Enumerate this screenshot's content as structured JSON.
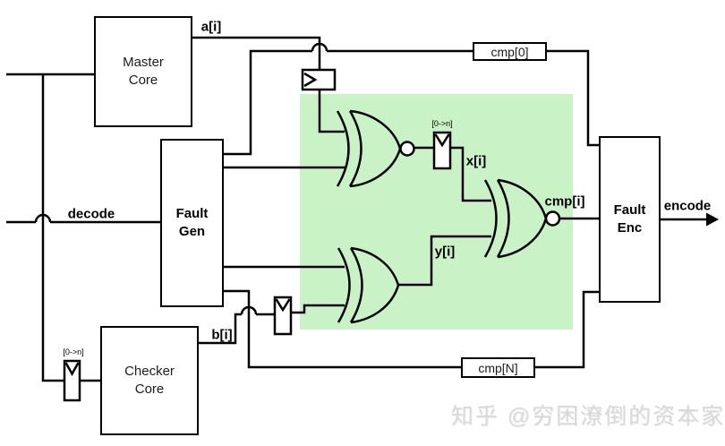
{
  "blocks": {
    "master_core": "Master\nCore",
    "fault_gen": "Fault\nGen",
    "checker_core": "Checker\nCore",
    "fault_enc": "Fault\nEnc"
  },
  "tags": {
    "cmp0": "cmp[0]",
    "cmpN": "cmp[N]"
  },
  "signals": {
    "a": "a[i]",
    "b": "b[i]",
    "x": "x[i]",
    "y": "y[i]",
    "cmp_i": "cmp[i]",
    "decode": "decode",
    "encode": "encode",
    "reg_range_left": "[0->n]",
    "reg_range_mid": "[0->n]"
  },
  "icons": {
    "register_clock": "chevron-clock-icon",
    "inverter_bubble": "inversion-bubble-icon",
    "arrow_right": "arrow-right-icon"
  },
  "colors": {
    "highlight_green": "#c9f2c6",
    "line": "#000000",
    "watermark_gray": "#d9d9d9"
  },
  "watermark": "知乎 @穷困潦倒的资本家"
}
